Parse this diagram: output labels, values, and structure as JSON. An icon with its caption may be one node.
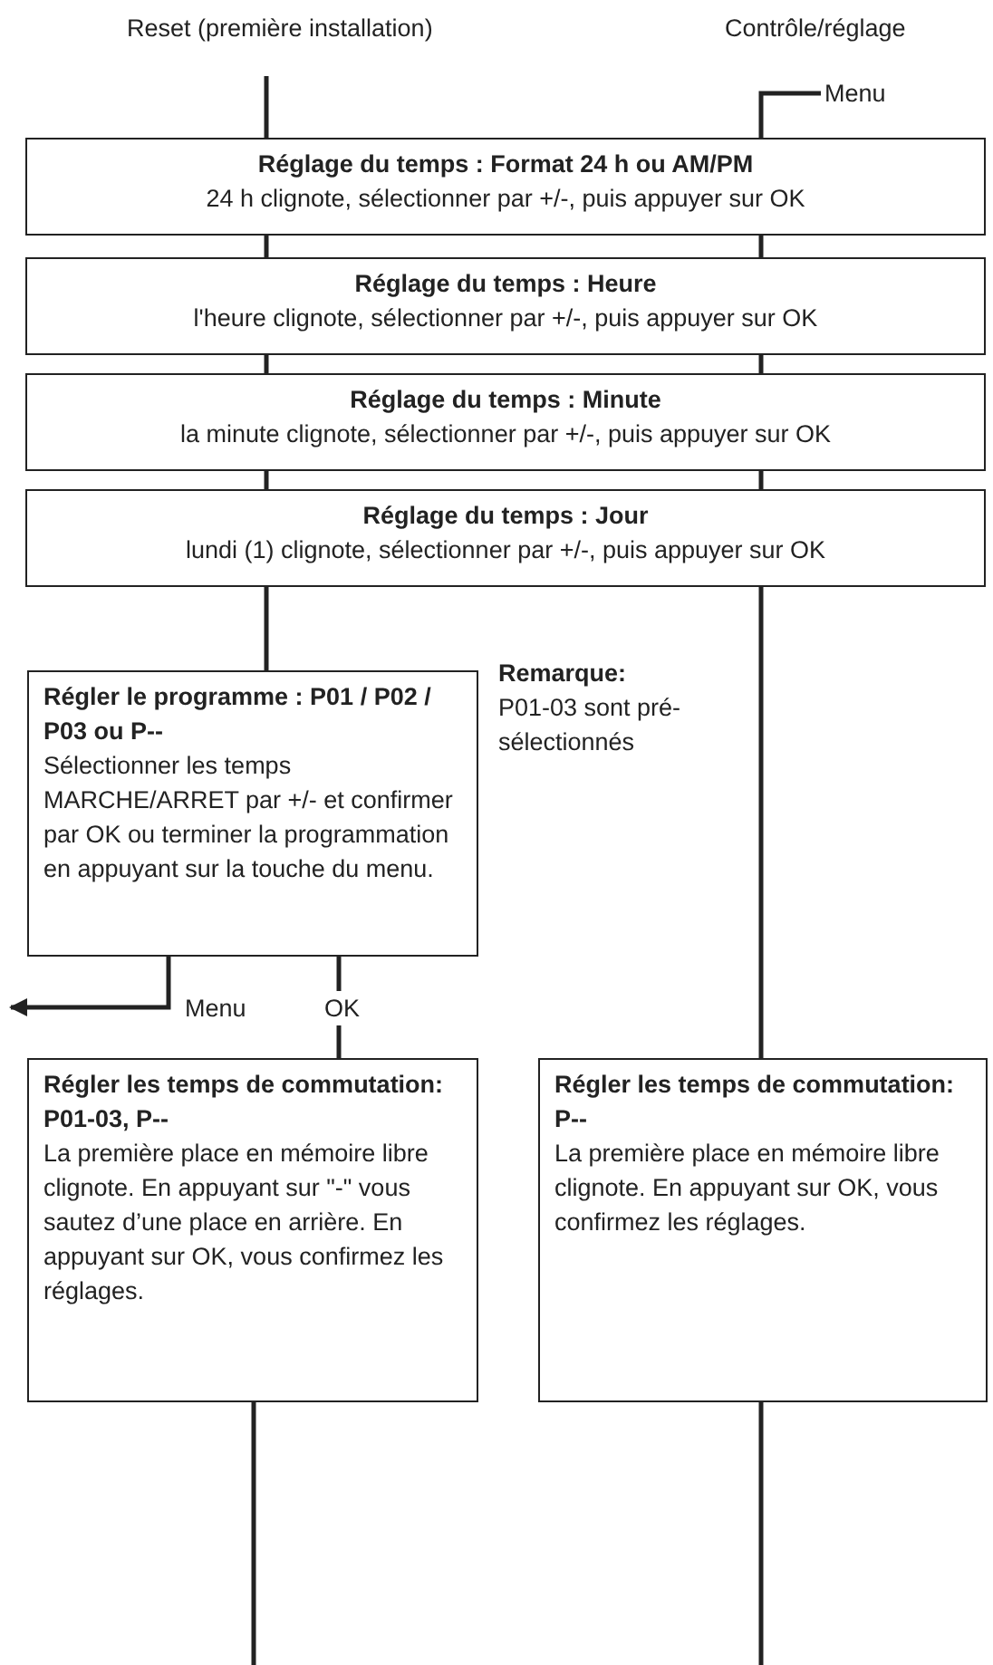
{
  "diagram": {
    "nodes": [
      {
        "text": [
          "Reset (première installation)"
        ]
      },
      {
        "text": [
          "Menu"
        ]
      },
      {
        "text": [
          "Réglage du temps : Format 24 h ou AM/PM",
          "24 h clignote, sélectionner par +/-, puis appuyer sur OK"
        ]
      },
      {
        "text": [
          "Réglage du temps : Heure",
          "l'heure clignote, sélectionner par +/-, puis appuyer sur OK"
        ]
      },
      {
        "text": [
          "Réglage du temps : Minute",
          "la minute clignote, sélectionner par +/-, puis appuyer sur OK"
        ]
      },
      {
        "text": [
          "Réglage du temps : Jour",
          "lundi (1) clignote, sélectionner par +/-, puis appuyer sur OK"
        ]
      },
      {
        "text": [
          "Régler le programme : P01 / P02 / P03 ou P--",
          "Sélectionner les temps MARCHE/ARRET par +/- et confirmer par OK ou terminer la programmation en appuyant sur la touche du menu."
        ]
      },
      {
        "text": [
          "Régler les temps de commutation: P01-03, P--",
          "La première place en mémoire libre clignote. En appuyant sur \"-\" vous sautez d’une place en arrière. En appuyant sur OK, vous confirmez les réglages."
        ]
      },
      {
        "text": [
          "Régler les temps de commutation: P--",
          "La première place en mémoire libre clignote. En appuyant sur OK, vous confirmez les réglages."
        ]
      }
    ],
    "edges": [
      {
        "from": 0,
        "to": 2,
        "arrow": "none"
      },
      {
        "from": 1,
        "to": 2,
        "arrow": "none"
      },
      {
        "from": 2,
        "to": 3,
        "arrow": "none"
      },
      {
        "from": 2,
        "to": 3,
        "arrow": "none"
      },
      {
        "from": 3,
        "to": 4,
        "arrow": "none"
      },
      {
        "from": 3,
        "to": 4,
        "arrow": "none"
      },
      {
        "from": 4,
        "to": 5,
        "arrow": "none"
      },
      {
        "from": 4,
        "to": 5,
        "arrow": "none"
      },
      {
        "from": 5,
        "to": 6,
        "arrow": "none"
      },
      {
        "from": 5,
        "to": 8,
        "arrow": "none"
      },
      {
        "from": 6,
        "to": null,
        "arrow": "to",
        "label": "Menu"
      },
      {
        "from": 6,
        "to": 7,
        "arrow": "none",
        "label": "OK"
      },
      {
        "from": 7,
        "to": null,
        "arrow": "none"
      },
      {
        "from": 8,
        "to": null,
        "arrow": "none"
      }
    ],
    "labels": [
      "Contrôle/réglage",
      "Remarque:",
      "P01-03 sont pré-sélectionnés"
    ]
  }
}
